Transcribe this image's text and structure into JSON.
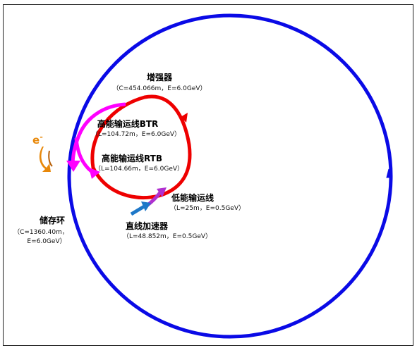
{
  "colors": {
    "frame": "#222222",
    "storage_ring": "#0a0ae6",
    "booster": "#ee0000",
    "transport_lines": "#ff00ff",
    "low_energy_line": "#b030d0",
    "linac": "#1e78c8",
    "electron": "#e8880a"
  },
  "icons": {
    "electron_source": "electron-source-icon"
  },
  "electron_label": {
    "symbol": "e",
    "superscript": "-"
  },
  "components": {
    "booster": {
      "name": "增强器",
      "params": "（C=454.066m，E=6.0GeV）"
    },
    "btr": {
      "name": "高能输运线BTR",
      "params": "（L=104.72m，E=6.0GeV）"
    },
    "rtb": {
      "name": "高能输运线RTB",
      "params": "（L=104.66m，E=6.0GeV）"
    },
    "low_energy_line": {
      "name": "低能输运线",
      "params": "（L=25m，E=0.5GeV）"
    },
    "linac": {
      "name": "直线加速器",
      "params": "（L=48.852m，E=0.5GeV）"
    },
    "storage_ring": {
      "name": "储存环",
      "params_line1": "（C=1360.40m，",
      "params_line2": "E=6.0GeV）"
    }
  }
}
